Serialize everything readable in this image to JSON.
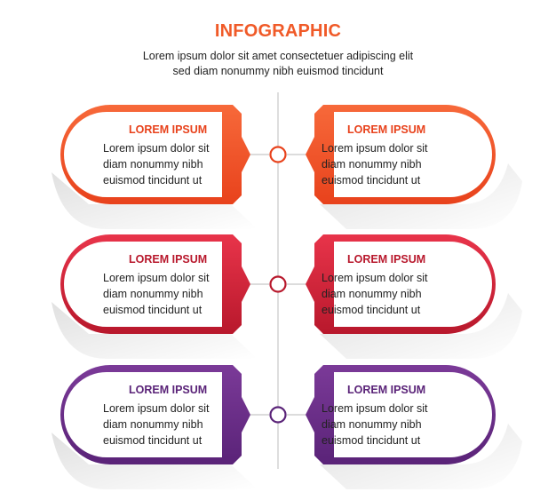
{
  "header": {
    "title": "INFOGRAPHIC",
    "subtitle_line1": "Lorem ipsum dolor sit amet consectetuer adipiscing elit",
    "subtitle_line2": "sed diam nonummy nibh euismod tincidunt"
  },
  "colors": {
    "title": "#f05a28",
    "orange_light": "#f7693a",
    "orange_dark": "#e8421c",
    "red_light": "#e8344a",
    "red_dark": "#b8182c",
    "purple_light": "#7b3a98",
    "purple_dark": "#5a2378",
    "spine": "#c8c8c8"
  },
  "steps": [
    {
      "color": "orange",
      "left": {
        "heading": "LOREM IPSUM",
        "lines": [
          "Lorem ipsum dolor sit",
          "diam nonummy nibh",
          "euismod tincidunt ut"
        ]
      },
      "right": {
        "heading": "LOREM IPSUM",
        "lines": [
          "Lorem ipsum dolor sit",
          "diam nonummy nibh",
          "euismod tincidunt ut"
        ]
      }
    },
    {
      "color": "red",
      "left": {
        "heading": "LOREM IPSUM",
        "lines": [
          "Lorem ipsum dolor sit",
          "diam nonummy nibh",
          "euismod tincidunt ut"
        ]
      },
      "right": {
        "heading": "LOREM IPSUM",
        "lines": [
          "Lorem ipsum dolor sit",
          "diam nonummy nibh",
          "euismod tincidunt ut"
        ]
      }
    },
    {
      "color": "purple",
      "left": {
        "heading": "LOREM IPSUM",
        "lines": [
          "Lorem ipsum dolor sit",
          "diam nonummy nibh",
          "euismod tincidunt ut"
        ]
      },
      "right": {
        "heading": "LOREM IPSUM",
        "lines": [
          "Lorem ipsum dolor sit",
          "diam nonummy nibh",
          "euismod tincidunt ut"
        ]
      }
    }
  ]
}
